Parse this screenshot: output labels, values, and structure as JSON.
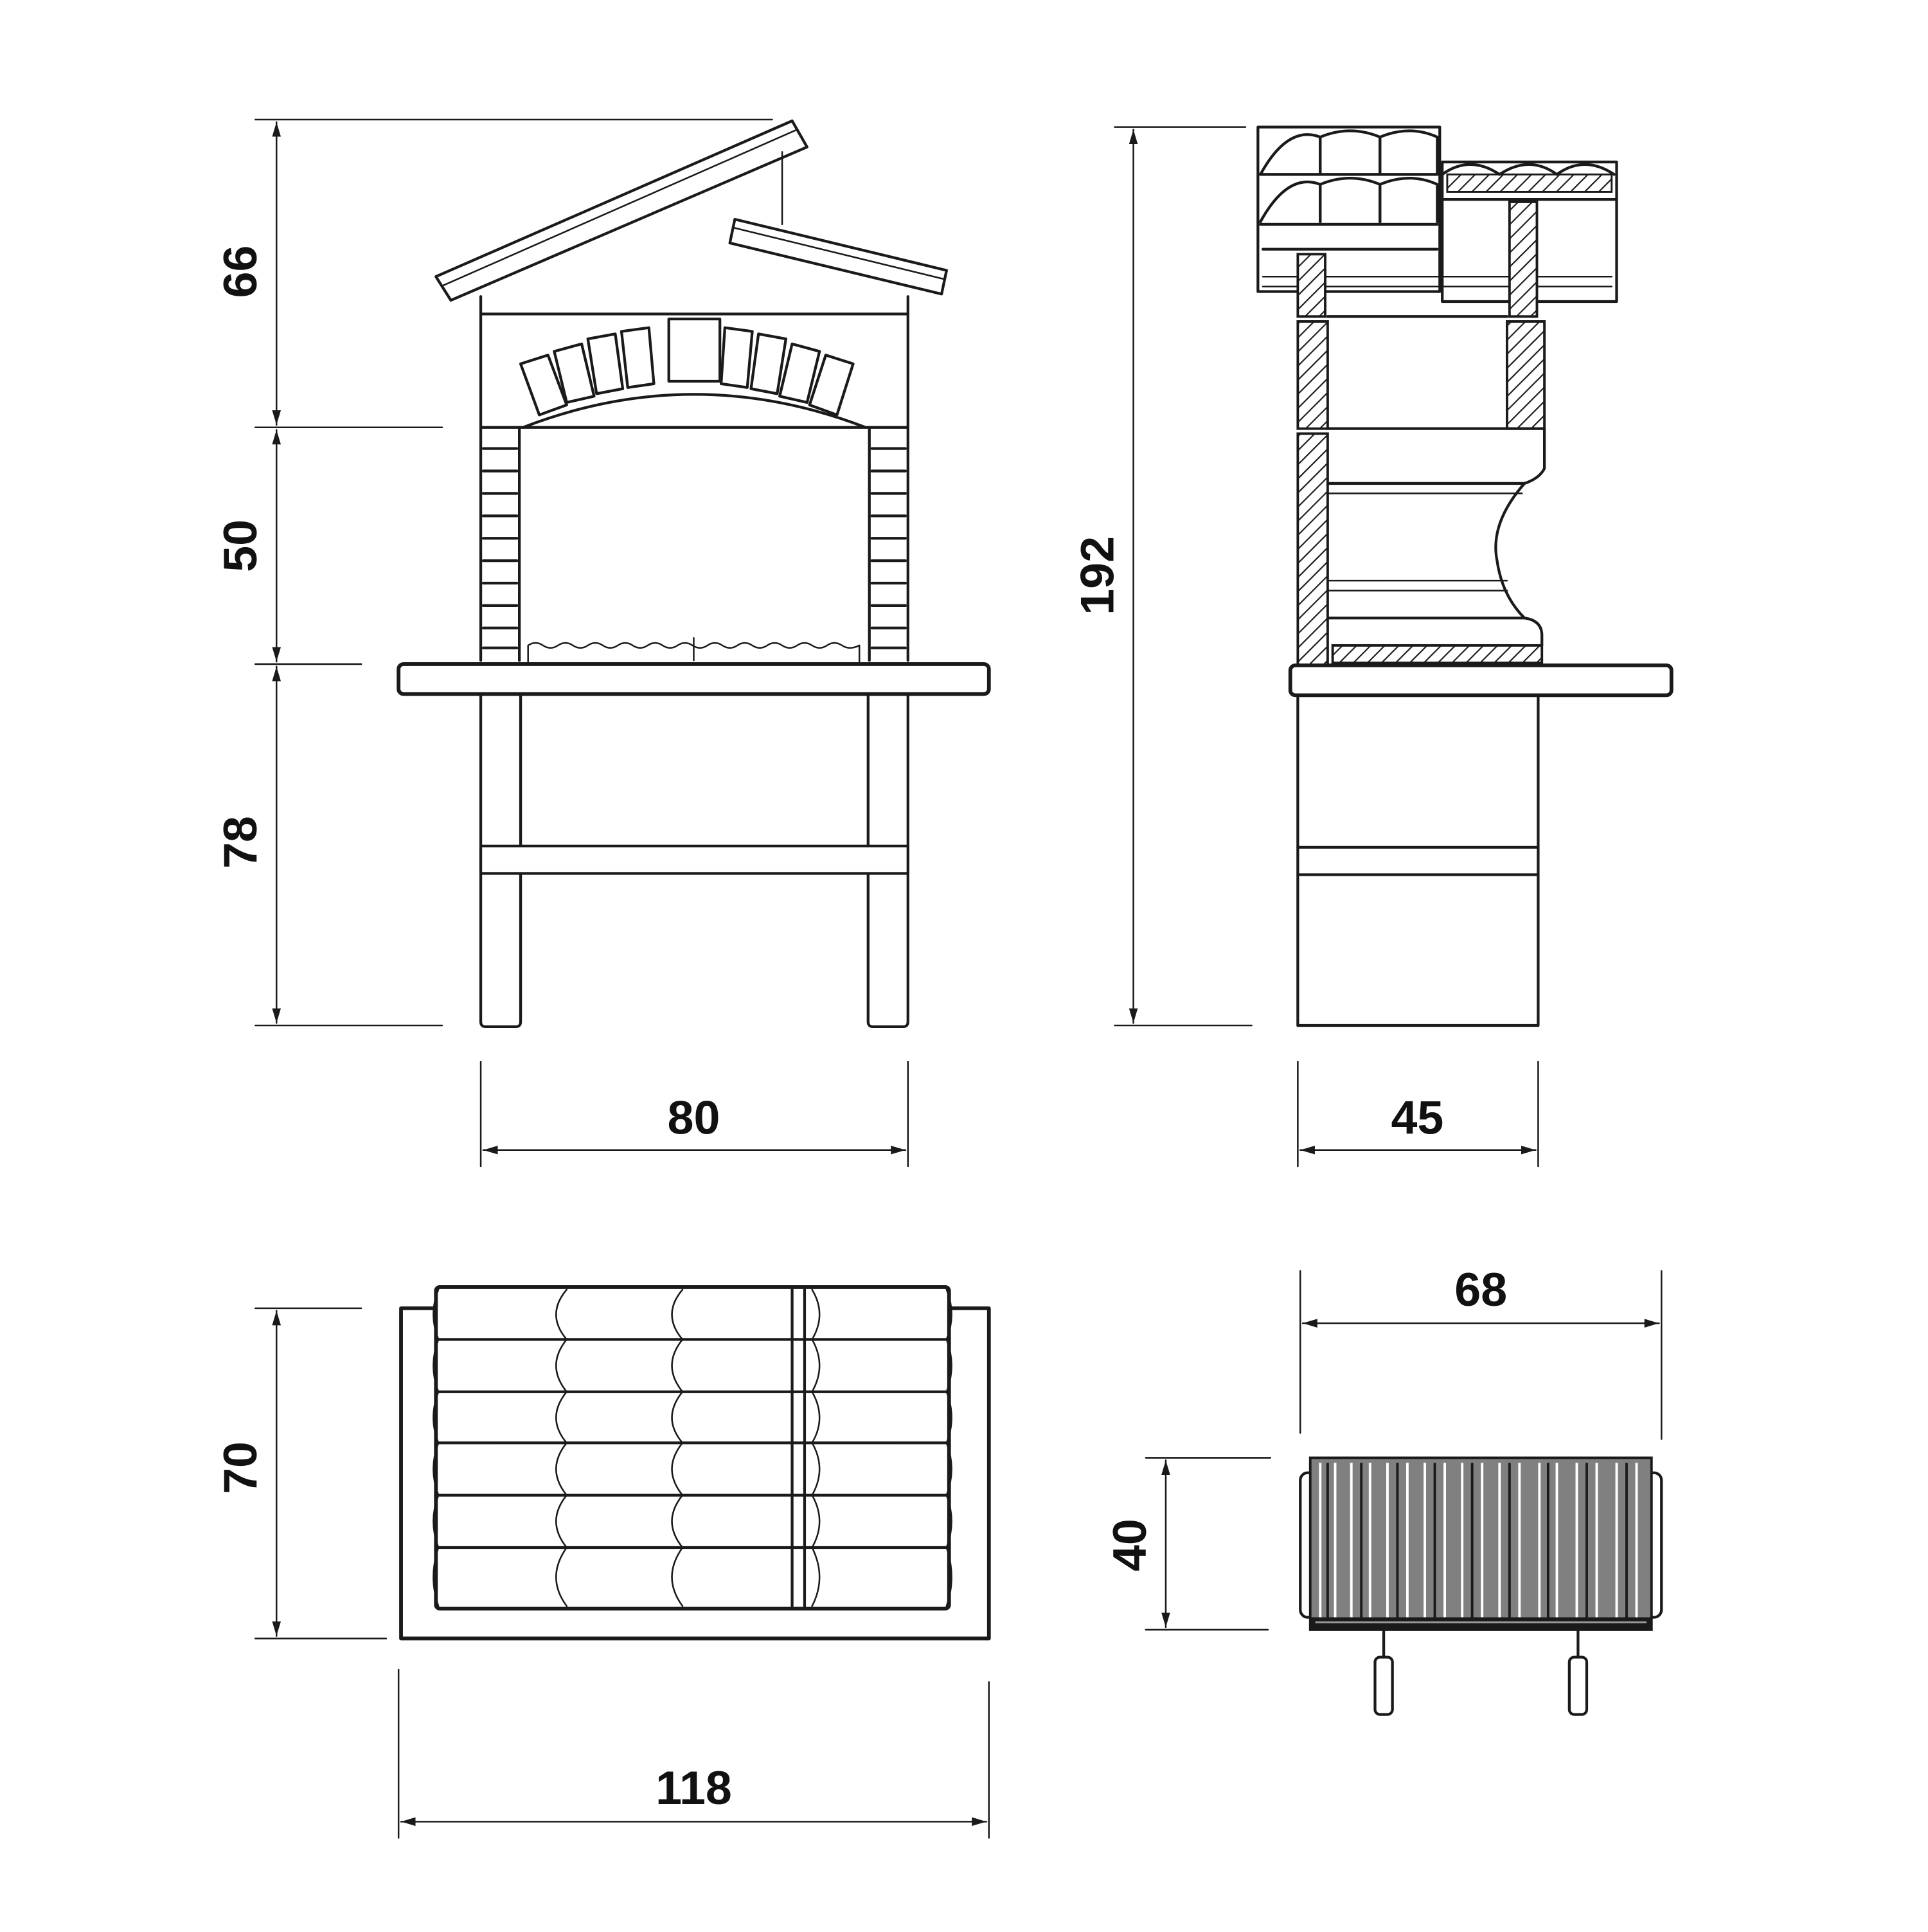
{
  "diagram": {
    "type": "technical-dimension-drawing",
    "subject": "masonry barbecue with roof, grill and charcoal grate",
    "units_shown": "none (cm implied)",
    "colors": {
      "line": "#1a1a1a",
      "background": "#ffffff",
      "grill_fill": "#808080"
    }
  },
  "front_view": {
    "heights": {
      "roof": "66",
      "firebox": "50",
      "base": "78"
    },
    "width": "80"
  },
  "side_view": {
    "total_height": "192",
    "depth": "45"
  },
  "top_view": {
    "depth": "70",
    "width": "118"
  },
  "grill_view": {
    "width": "68",
    "depth": "40"
  }
}
